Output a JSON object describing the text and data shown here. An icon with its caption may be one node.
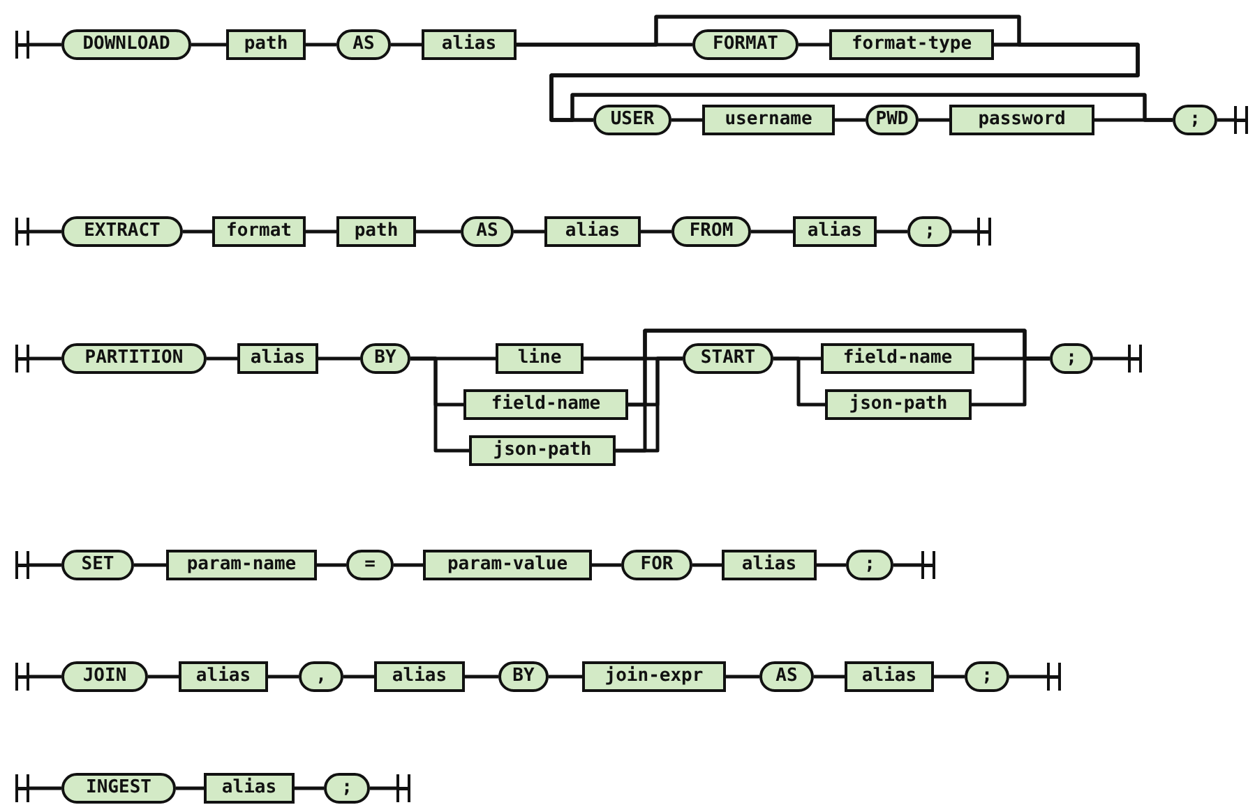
{
  "diagram": {
    "nodes": [
      {
        "text": [],
        "shape": "bar"
      },
      {
        "text": [
          "DOWNLOAD"
        ]
      },
      {
        "text": [
          "path"
        ]
      },
      {
        "text": [
          "AS"
        ]
      },
      {
        "text": [
          "alias"
        ]
      },
      {
        "text": [
          "FORMAT"
        ]
      },
      {
        "text": [
          "format-type"
        ]
      },
      {
        "text": [
          "USER"
        ]
      },
      {
        "text": [
          "username"
        ]
      },
      {
        "text": [
          "PWD"
        ]
      },
      {
        "text": [
          "password"
        ]
      },
      {
        "text": [
          ";"
        ]
      },
      {
        "text": [],
        "shape": "bar"
      },
      {
        "text": [],
        "shape": "bar"
      },
      {
        "text": [
          "EXTRACT"
        ]
      },
      {
        "text": [
          "format"
        ]
      },
      {
        "text": [
          "path"
        ]
      },
      {
        "text": [
          "AS"
        ]
      },
      {
        "text": [
          "alias"
        ]
      },
      {
        "text": [
          "FROM"
        ]
      },
      {
        "text": [
          "alias"
        ]
      },
      {
        "text": [
          ";"
        ]
      },
      {
        "text": [],
        "shape": "bar"
      },
      {
        "text": [],
        "shape": "bar"
      },
      {
        "text": [
          "PARTITION"
        ]
      },
      {
        "text": [
          "alias"
        ]
      },
      {
        "text": [
          "BY"
        ]
      },
      {
        "text": [
          "line"
        ]
      },
      {
        "text": [
          "field-name"
        ]
      },
      {
        "text": [
          "json-path"
        ]
      },
      {
        "text": [
          "START"
        ]
      },
      {
        "text": [
          "field-name"
        ]
      },
      {
        "text": [
          "json-path"
        ]
      },
      {
        "text": [
          ";"
        ]
      },
      {
        "text": [],
        "shape": "bar"
      },
      {
        "text": [],
        "shape": "bar"
      },
      {
        "text": [
          "SET"
        ]
      },
      {
        "text": [
          "param-name"
        ]
      },
      {
        "text": [
          "="
        ]
      },
      {
        "text": [
          "param-value"
        ]
      },
      {
        "text": [
          "FOR"
        ]
      },
      {
        "text": [
          "alias"
        ]
      },
      {
        "text": [
          ";"
        ]
      },
      {
        "text": [],
        "shape": "bar"
      },
      {
        "text": [],
        "shape": "bar"
      },
      {
        "text": [
          "JOIN"
        ]
      },
      {
        "text": [
          "alias"
        ]
      },
      {
        "text": [
          ","
        ]
      },
      {
        "text": [
          "alias"
        ]
      },
      {
        "text": [
          "BY"
        ]
      },
      {
        "text": [
          "join-expr"
        ]
      },
      {
        "text": [
          "AS"
        ]
      },
      {
        "text": [
          "alias"
        ]
      },
      {
        "text": [
          ";"
        ]
      },
      {
        "text": [],
        "shape": "bar"
      },
      {
        "text": [],
        "shape": "bar"
      },
      {
        "text": [
          "INGEST"
        ]
      },
      {
        "text": [
          "alias"
        ]
      },
      {
        "text": [
          ";"
        ]
      },
      {
        "text": [],
        "shape": "bar"
      }
    ],
    "edges": [
      {
        "from": 0,
        "to": 1,
        "arrow": "none"
      },
      {
        "from": 1,
        "to": 2,
        "arrow": "none"
      },
      {
        "from": 2,
        "to": 3,
        "arrow": "none"
      },
      {
        "from": 3,
        "to": 4,
        "arrow": "none"
      },
      {
        "from": 4,
        "to": 5,
        "arrow": "none"
      },
      {
        "from": 5,
        "to": 6,
        "arrow": "none"
      },
      {
        "from": 4,
        "to": 7,
        "arrow": "none"
      },
      {
        "from": 6,
        "to": 7,
        "arrow": "none"
      },
      {
        "from": 4,
        "to": 11,
        "arrow": "none"
      },
      {
        "from": 6,
        "to": 11,
        "arrow": "none"
      },
      {
        "from": 7,
        "to": 8,
        "arrow": "none"
      },
      {
        "from": 8,
        "to": 9,
        "arrow": "none"
      },
      {
        "from": 9,
        "to": 10,
        "arrow": "none"
      },
      {
        "from": 10,
        "to": 11,
        "arrow": "none"
      },
      {
        "from": 11,
        "to": 12,
        "arrow": "none"
      },
      {
        "from": 13,
        "to": 14,
        "arrow": "none"
      },
      {
        "from": 14,
        "to": 15,
        "arrow": "none"
      },
      {
        "from": 15,
        "to": 16,
        "arrow": "none"
      },
      {
        "from": 16,
        "to": 17,
        "arrow": "none"
      },
      {
        "from": 17,
        "to": 18,
        "arrow": "none"
      },
      {
        "from": 18,
        "to": 19,
        "arrow": "none"
      },
      {
        "from": 19,
        "to": 20,
        "arrow": "none"
      },
      {
        "from": 20,
        "to": 21,
        "arrow": "none"
      },
      {
        "from": 21,
        "to": 22,
        "arrow": "none"
      },
      {
        "from": 23,
        "to": 24,
        "arrow": "none"
      },
      {
        "from": 24,
        "to": 25,
        "arrow": "none"
      },
      {
        "from": 25,
        "to": 26,
        "arrow": "none"
      },
      {
        "from": 26,
        "to": 27,
        "arrow": "none"
      },
      {
        "from": 26,
        "to": 28,
        "arrow": "none"
      },
      {
        "from": 26,
        "to": 29,
        "arrow": "none"
      },
      {
        "from": 27,
        "to": 30,
        "arrow": "none"
      },
      {
        "from": 28,
        "to": 30,
        "arrow": "none"
      },
      {
        "from": 29,
        "to": 30,
        "arrow": "none"
      },
      {
        "from": 27,
        "to": 33,
        "arrow": "none"
      },
      {
        "from": 28,
        "to": 33,
        "arrow": "none"
      },
      {
        "from": 29,
        "to": 33,
        "arrow": "none"
      },
      {
        "from": 30,
        "to": 31,
        "arrow": "none"
      },
      {
        "from": 30,
        "to": 32,
        "arrow": "none"
      },
      {
        "from": 31,
        "to": 33,
        "arrow": "none"
      },
      {
        "from": 32,
        "to": 33,
        "arrow": "none"
      },
      {
        "from": 33,
        "to": 34,
        "arrow": "none"
      },
      {
        "from": 35,
        "to": 36,
        "arrow": "none"
      },
      {
        "from": 36,
        "to": 37,
        "arrow": "none"
      },
      {
        "from": 37,
        "to": 38,
        "arrow": "none"
      },
      {
        "from": 38,
        "to": 39,
        "arrow": "none"
      },
      {
        "from": 39,
        "to": 40,
        "arrow": "none"
      },
      {
        "from": 40,
        "to": 41,
        "arrow": "none"
      },
      {
        "from": 41,
        "to": 42,
        "arrow": "none"
      },
      {
        "from": 42,
        "to": 43,
        "arrow": "none"
      },
      {
        "from": 44,
        "to": 45,
        "arrow": "none"
      },
      {
        "from": 45,
        "to": 46,
        "arrow": "none"
      },
      {
        "from": 46,
        "to": 47,
        "arrow": "none"
      },
      {
        "from": 47,
        "to": 48,
        "arrow": "none"
      },
      {
        "from": 48,
        "to": 49,
        "arrow": "none"
      },
      {
        "from": 49,
        "to": 50,
        "arrow": "none"
      },
      {
        "from": 50,
        "to": 51,
        "arrow": "none"
      },
      {
        "from": 51,
        "to": 52,
        "arrow": "none"
      },
      {
        "from": 52,
        "to": 53,
        "arrow": "none"
      },
      {
        "from": 53,
        "to": 54,
        "arrow": "none"
      },
      {
        "from": 55,
        "to": 56,
        "arrow": "none"
      },
      {
        "from": 56,
        "to": 57,
        "arrow": "none"
      },
      {
        "from": 57,
        "to": 58,
        "arrow": "none"
      },
      {
        "from": 58,
        "to": 59,
        "arrow": "none"
      }
    ]
  }
}
